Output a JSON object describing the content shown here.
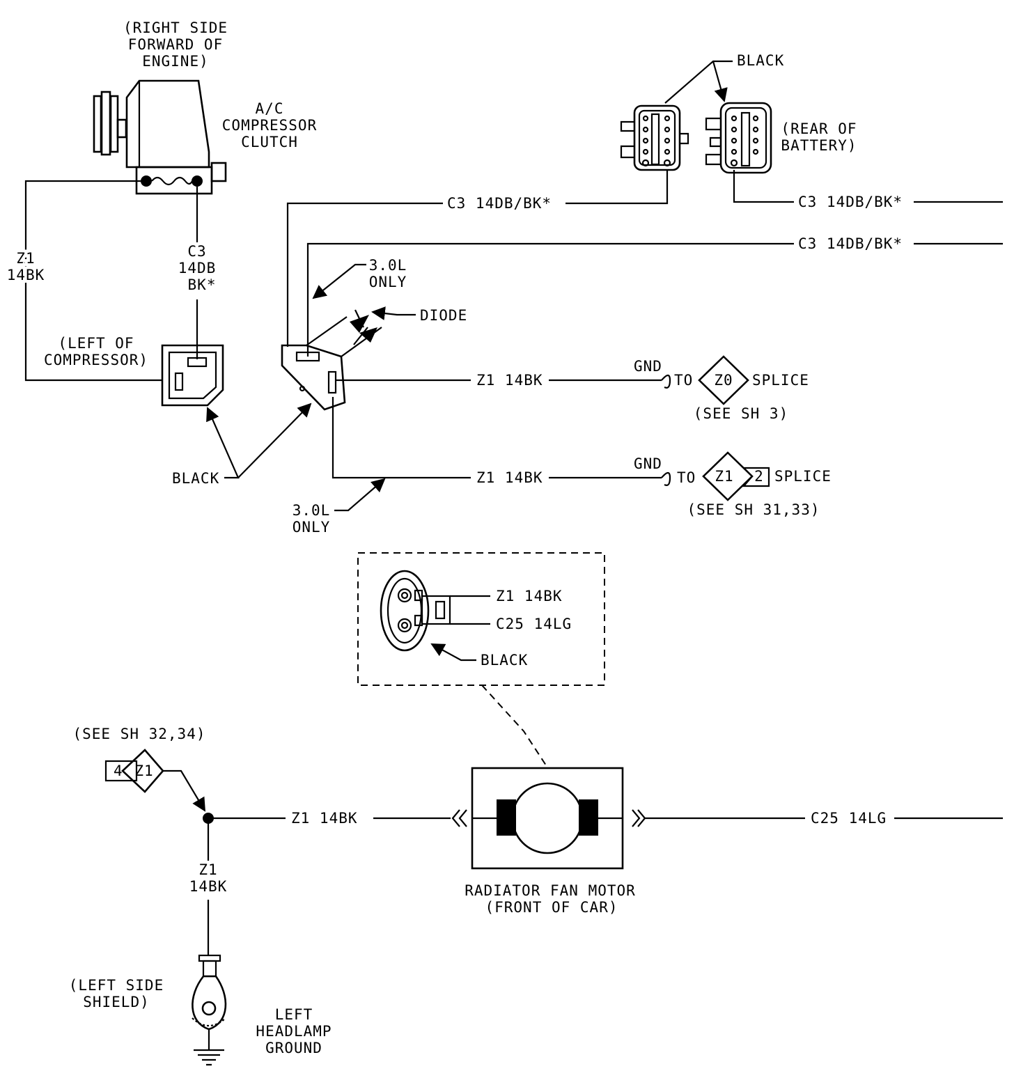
{
  "compressor": {
    "location": [
      "(RIGHT SIDE",
      "FORWARD OF",
      "ENGINE)"
    ],
    "name": [
      "A/C",
      "COMPRESSOR",
      "CLUTCH"
    ]
  },
  "left_wires": {
    "z1": [
      "Z1",
      "14BK"
    ],
    "c3": [
      "C3",
      "14DB",
      "BK*"
    ]
  },
  "left_connector": [
    "(LEFT OF",
    "COMPRESSOR)"
  ],
  "black_labels": {
    "top": "BLACK",
    "left": "BLACK",
    "fan": "BLACK"
  },
  "battery_location": [
    "(REAR OF",
    "BATTERY)"
  ],
  "c3_wires": {
    "w1": "C3 14DB/BK*",
    "w2": "C3 14DB/BK*",
    "w3": "C3 14DB/BK*"
  },
  "diode_module": {
    "only_top": [
      "3.0L",
      "ONLY"
    ],
    "only_bottom": [
      "3.0L",
      "ONLY"
    ],
    "diode": "DIODE"
  },
  "ground_wires": {
    "w1": {
      "label": "Z1 14BK",
      "gnd": "GND",
      "to": "TO",
      "splice": "Z0",
      "splice_text": "SPLICE",
      "see": "(SEE SH 3)"
    },
    "w2": {
      "label": "Z1 14BK",
      "gnd": "GND",
      "to": "TO",
      "splice": "Z1",
      "splice_num": "2",
      "splice_text": "SPLICE",
      "see": "(SEE SH 31,33)"
    }
  },
  "fan_connector": {
    "z1": "Z1 14BK",
    "c25": "C25 14LG"
  },
  "fan_motor": {
    "see": "(SEE SH 32,34)",
    "splice_num": "4",
    "splice": "Z1",
    "wire_left": "Z1 14BK",
    "wire_right": "C25 14LG",
    "name": [
      "RADIATOR FAN MOTOR",
      "(FRONT OF CAR)"
    ]
  },
  "headlamp": {
    "wire": [
      "Z1",
      "14BK"
    ],
    "location": [
      "(LEFT SIDE",
      "SHIELD)"
    ],
    "name": [
      "LEFT",
      "HEADLAMP",
      "GROUND"
    ]
  }
}
